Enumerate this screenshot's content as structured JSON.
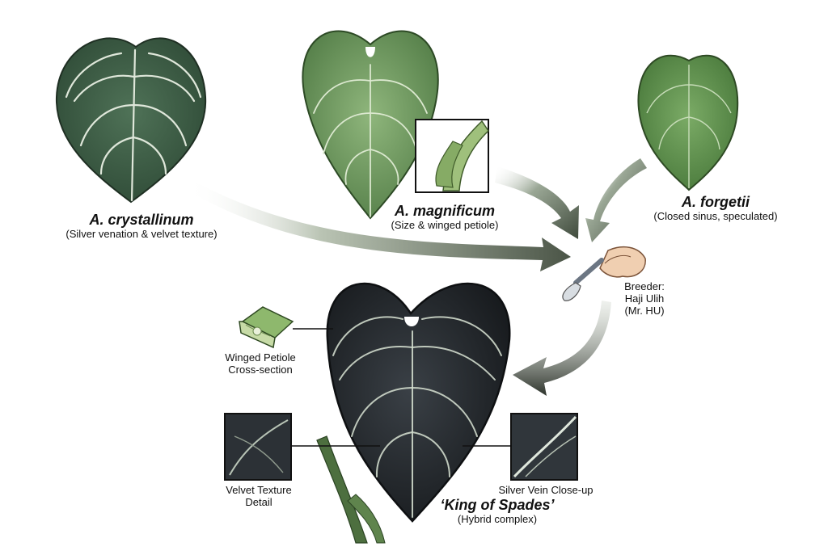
{
  "parents": [
    {
      "name": "A. crystallinum",
      "trait": "(Silver venation & velvet texture)"
    },
    {
      "name": "A. magnificum",
      "trait": "(Size & winged petiole)"
    },
    {
      "name": "A. forgetii",
      "trait": "(Closed sinus, speculated)"
    }
  ],
  "breeder": {
    "line1": "Breeder:",
    "line2": "Haji Ulih",
    "line3": "(Mr. HU)"
  },
  "hybrid": {
    "name": "‘King of Spades’",
    "note": "(Hybrid complex)"
  },
  "details": {
    "petiole": {
      "line1": "Winged Petiole",
      "line2": "Cross-section"
    },
    "velvet": {
      "line1": "Velvet Texture",
      "line2": "Detail"
    },
    "vein": {
      "line1": "Silver Vein Close-up"
    }
  },
  "colors": {
    "crystallinum": "#3f5f47",
    "magnificum": "#6e9a5e",
    "forgetii": "#5d8c4d",
    "hybrid": "#22262a",
    "vein_silver": "#d9e2d4",
    "arrow": "#4f5a4b"
  }
}
